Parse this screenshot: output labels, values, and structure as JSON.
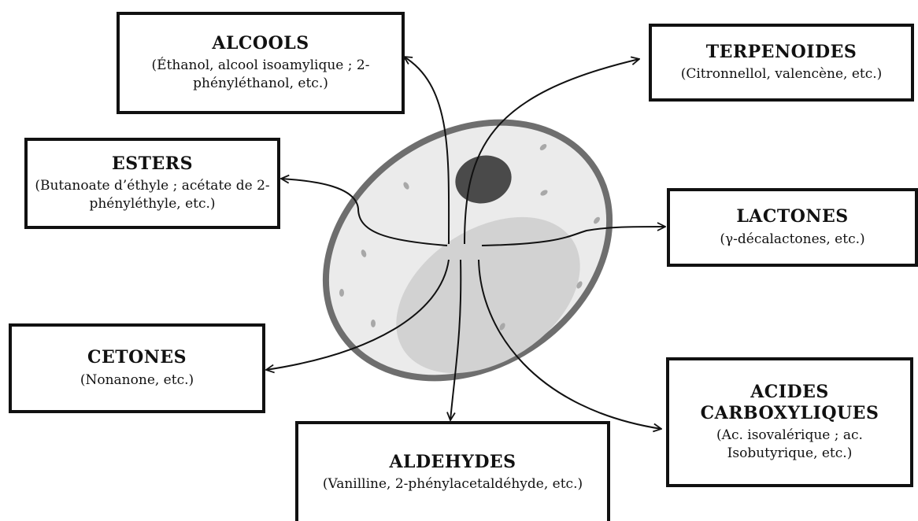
{
  "boxes": {
    "alcools": {
      "title": "ALCOOLS",
      "examples": "(Éthanol, alcool isoamylique ; 2-phényléthanol, etc.)"
    },
    "terpenoides": {
      "title": "TERPENOIDES",
      "examples": "(Citronnellol, valencène, etc.)"
    },
    "esters": {
      "title": "ESTERS",
      "examples": "(Butanoate d’éthyle ; acétate de 2-phényléthyle, etc.)"
    },
    "lactones": {
      "title": "LACTONES",
      "examples": "(γ-décalactones, etc.)"
    },
    "cetones": {
      "title": "CETONES",
      "examples": "(Nonanone, etc.)"
    },
    "acides": {
      "title": "ACIDES CARBOXYLIQUES",
      "examples": "(Ac. isovalérique ; ac. Isobutyrique, etc.)"
    },
    "aldehydes": {
      "title": "ALDEHYDES",
      "examples": "(Vanilline, 2-phénylacetaldéhyde, etc.)"
    }
  },
  "colors": {
    "cell_wall": "#6e6e6e",
    "cytoplasm": "#ebebeb",
    "vacuole": "#d2d2d2",
    "nucleus": "#4a4a4a",
    "arrow": "#111111"
  }
}
